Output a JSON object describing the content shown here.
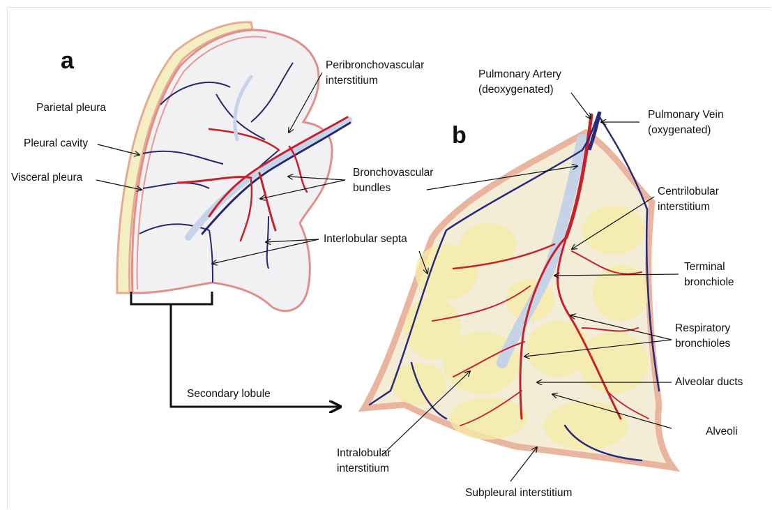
{
  "panels": {
    "a": "a",
    "b": "b"
  },
  "labels": {
    "parietal_pleura": "Parietal pleura",
    "pleural_cavity": "Pleural cavity",
    "visceral_pleura": "Visceral pleura",
    "peribronchovascular_1": "Peribronchovascular",
    "peribronchovascular_2": "interstitium",
    "bronchovascular_1": "Bronchovascular",
    "bronchovascular_2": "bundles",
    "interlobular_septa": "Interlobular septa",
    "secondary_lobule": "Secondary lobule",
    "pulmonary_artery_1": "Pulmonary Artery",
    "pulmonary_artery_2": "(deoxygenated)",
    "pulmonary_vein_1": "Pulmonary Vein",
    "pulmonary_vein_2": "(oxygenated)",
    "centrilobular_1": "Centrilobular",
    "centrilobular_2": "interstitium",
    "terminal_bronchiole_1": "Terminal",
    "terminal_bronchiole_2": "bronchiole",
    "respiratory_bronchioles_1": "Respiratory",
    "respiratory_bronchioles_2": "bronchioles",
    "alveolar_ducts": "Alveolar ducts",
    "alveoli": "Alveoli",
    "intralobular_1": "Intralobular",
    "intralobular_2": "interstitium",
    "subpleural": "Subpleural interstitium"
  },
  "colors": {
    "artery": "#c8202a",
    "vein": "#2a2a7a",
    "pleura": "#e9b59f",
    "parenchyma": "#f7f3e3",
    "alveoli_fill": "#f6eda6",
    "bronchus": "#c6d3e6",
    "text": "#111111"
  }
}
